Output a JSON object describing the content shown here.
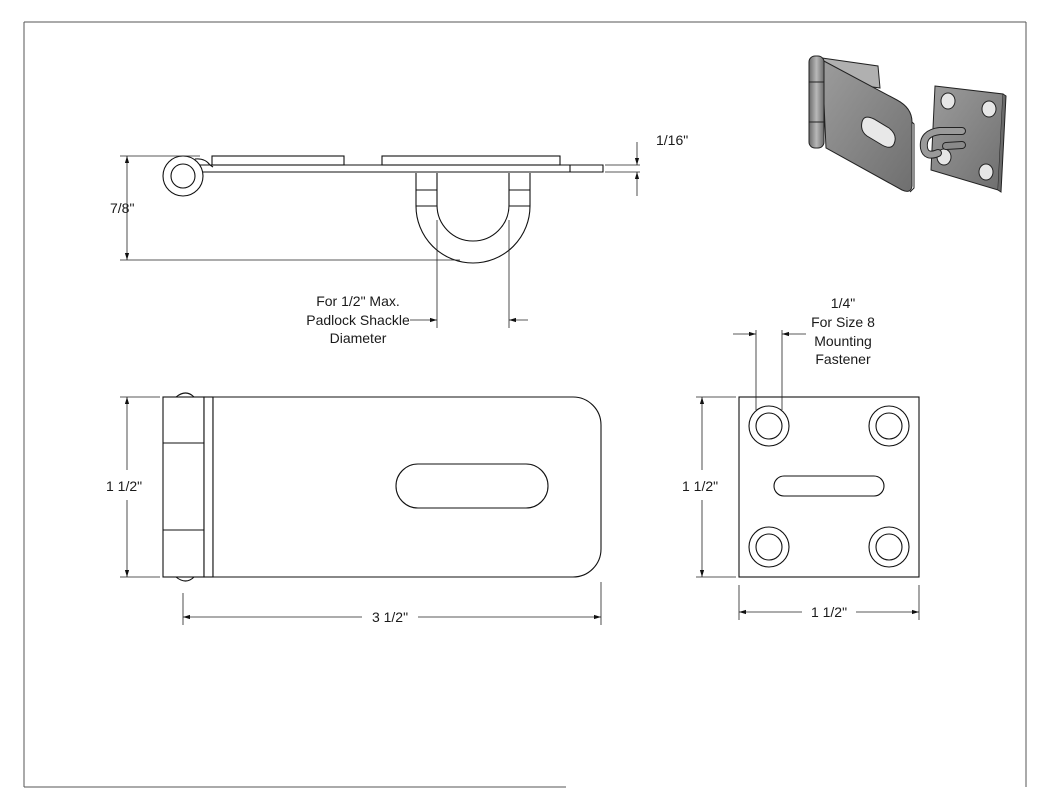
{
  "dimensions": {
    "side_thickness": "1/16\"",
    "side_height": "7/8\"",
    "shackle_note": [
      "For 1/2\" Max.",
      "Padlock Shackle",
      "Diameter"
    ],
    "hasp_height": "1 1/2\"",
    "hasp_length": "3 1/2\"",
    "fastener_note": [
      "1/4\"",
      "For Size 8",
      "Mounting",
      "Fastener"
    ],
    "staple_height": "1 1/2\"",
    "staple_width": "1 1/2\""
  },
  "colors": {
    "line": "#111111",
    "iso_fill": "#8a8a8a",
    "iso_dark": "#5e5e5e",
    "iso_light": "#b5b5b5"
  }
}
